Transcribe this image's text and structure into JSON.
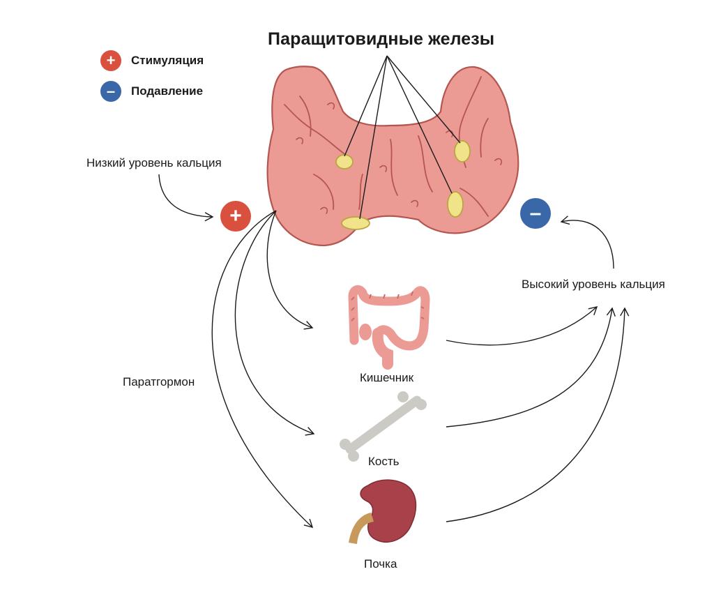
{
  "title": "Паращитовидные железы",
  "legend": [
    {
      "symbol": "+",
      "label": "Стимуляция",
      "color": "#d9503f"
    },
    {
      "symbol": "–",
      "label": "Подавление",
      "color": "#3a67a8"
    }
  ],
  "labels": {
    "low_calcium": "Низкий уровень кальция",
    "high_calcium": "Высокий уровень кальция",
    "hormone": "Паратгормон",
    "intestine": "Кишечник",
    "bone": "Кость",
    "kidney": "Почка"
  },
  "nodes": {
    "stimulate_symbol": "+",
    "inhibit_symbol": "–"
  },
  "colors": {
    "stimulate": "#d9503f",
    "inhibit": "#3a67a8",
    "gland": "#ec9a94",
    "parathyroid": "#f1e38a"
  }
}
